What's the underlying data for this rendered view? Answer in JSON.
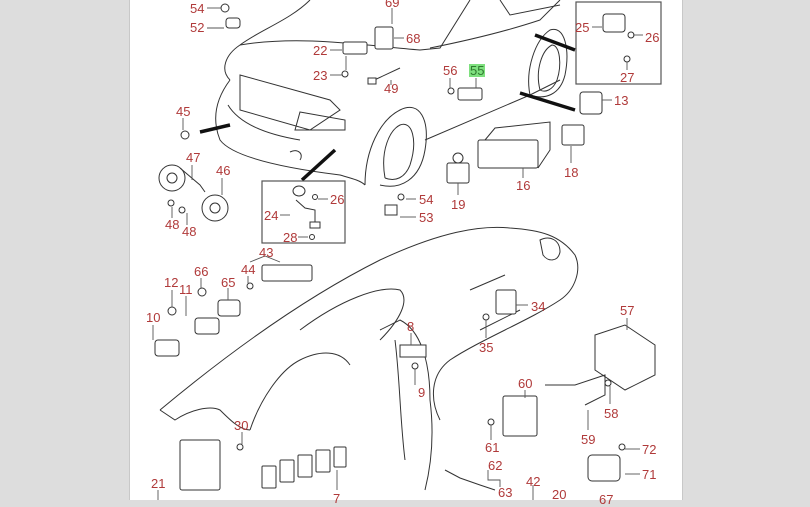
{
  "diagram": {
    "title": "Electrical parts exploded view",
    "colors": {
      "background": "#dddddd",
      "sheet": "#ffffff",
      "label": "#b03a3a",
      "highlight_bg": "#7ee07e",
      "highlight_text": "#2f7a2f",
      "line": "#333333"
    },
    "highlighted_part": "55",
    "callouts": [
      {
        "id": "c54a",
        "num": "54"
      },
      {
        "id": "c52",
        "num": "52"
      },
      {
        "id": "c69",
        "num": "69"
      },
      {
        "id": "c68",
        "num": "68"
      },
      {
        "id": "c22",
        "num": "22"
      },
      {
        "id": "c23",
        "num": "23"
      },
      {
        "id": "c49",
        "num": "49"
      },
      {
        "id": "c56",
        "num": "56"
      },
      {
        "id": "c55",
        "num": "55"
      },
      {
        "id": "c25",
        "num": "25"
      },
      {
        "id": "c26a",
        "num": "26"
      },
      {
        "id": "c27",
        "num": "27"
      },
      {
        "id": "c13",
        "num": "13"
      },
      {
        "id": "c45",
        "num": "45"
      },
      {
        "id": "c47",
        "num": "47"
      },
      {
        "id": "c46",
        "num": "46"
      },
      {
        "id": "c48a",
        "num": "48"
      },
      {
        "id": "c48b",
        "num": "48"
      },
      {
        "id": "c24",
        "num": "24"
      },
      {
        "id": "c26b",
        "num": "26"
      },
      {
        "id": "c28",
        "num": "28"
      },
      {
        "id": "c54b",
        "num": "54"
      },
      {
        "id": "c53",
        "num": "53"
      },
      {
        "id": "c19",
        "num": "19"
      },
      {
        "id": "c16",
        "num": "16"
      },
      {
        "id": "c18",
        "num": "18"
      },
      {
        "id": "c43",
        "num": "43"
      },
      {
        "id": "c44",
        "num": "44"
      },
      {
        "id": "c66",
        "num": "66"
      },
      {
        "id": "c65",
        "num": "65"
      },
      {
        "id": "c12",
        "num": "12"
      },
      {
        "id": "c11",
        "num": "11"
      },
      {
        "id": "c10",
        "num": "10"
      },
      {
        "id": "c34",
        "num": "34"
      },
      {
        "id": "c35",
        "num": "35"
      },
      {
        "id": "c57",
        "num": "57"
      },
      {
        "id": "c8",
        "num": "8"
      },
      {
        "id": "c9",
        "num": "9"
      },
      {
        "id": "c60",
        "num": "60"
      },
      {
        "id": "c58",
        "num": "58"
      },
      {
        "id": "c59",
        "num": "59"
      },
      {
        "id": "c61",
        "num": "61"
      },
      {
        "id": "c72",
        "num": "72"
      },
      {
        "id": "c71",
        "num": "71"
      },
      {
        "id": "c30",
        "num": "30"
      },
      {
        "id": "c62",
        "num": "62"
      },
      {
        "id": "c63",
        "num": "63"
      },
      {
        "id": "c42",
        "num": "42"
      },
      {
        "id": "c20",
        "num": "20"
      },
      {
        "id": "c21",
        "num": "21"
      },
      {
        "id": "c7",
        "num": "7"
      },
      {
        "id": "c67",
        "num": "67"
      }
    ]
  }
}
